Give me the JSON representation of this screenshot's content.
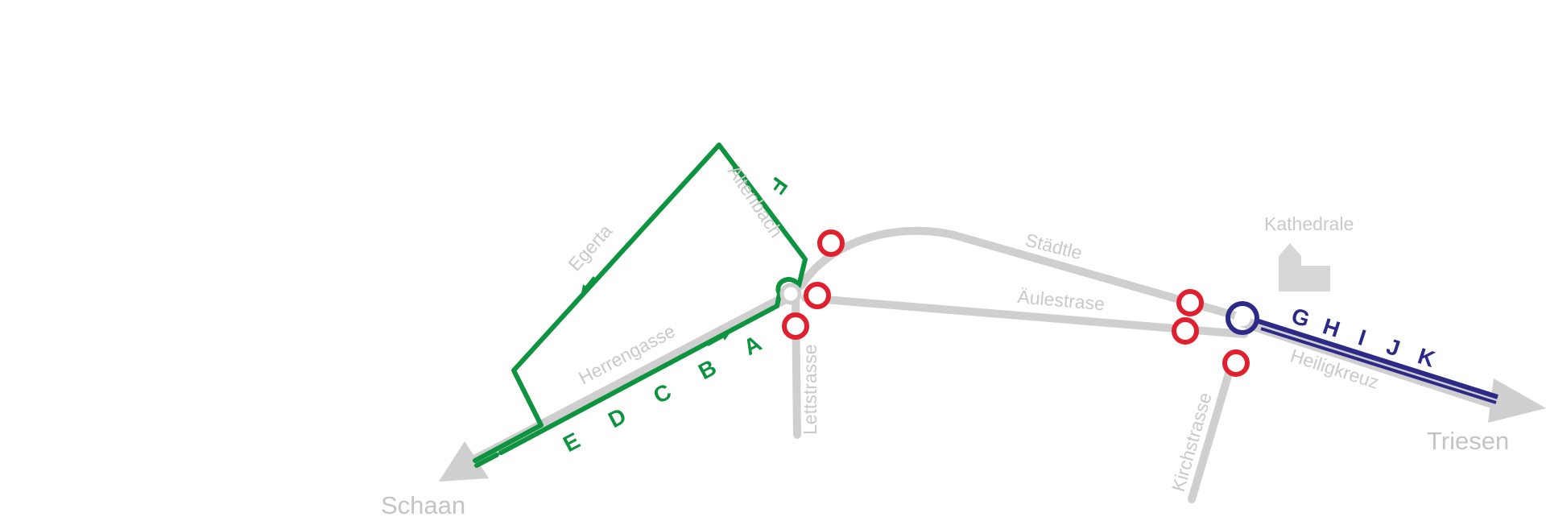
{
  "colors": {
    "road": "#cfcfcf",
    "green_route": "#0e9340",
    "blue_route": "#2c2a86",
    "stop": "#e0202e",
    "label": "#c9c9c9"
  },
  "places": {
    "schaan": "Schaan",
    "triesen": "Triesen"
  },
  "streets": {
    "egerta": "Egerta",
    "altenbach": "Altenbach",
    "herrengasse": "Herrengasse",
    "lettstrasse": "Lettstrasse",
    "staedtle": "Städtle",
    "aeulestrase": "Äulestrase",
    "heiligkreuz": "Heiligkreuz",
    "kirchstrasse": "Kirchstrasse"
  },
  "landmarks": {
    "kathedrale": "Kathedrale"
  },
  "routes": {
    "green": {
      "letters": [
        "E",
        "D",
        "C",
        "B",
        "A"
      ],
      "loop_letter": "F"
    },
    "blue": {
      "letters": [
        "G",
        "H",
        "I",
        "J",
        "K"
      ]
    }
  }
}
